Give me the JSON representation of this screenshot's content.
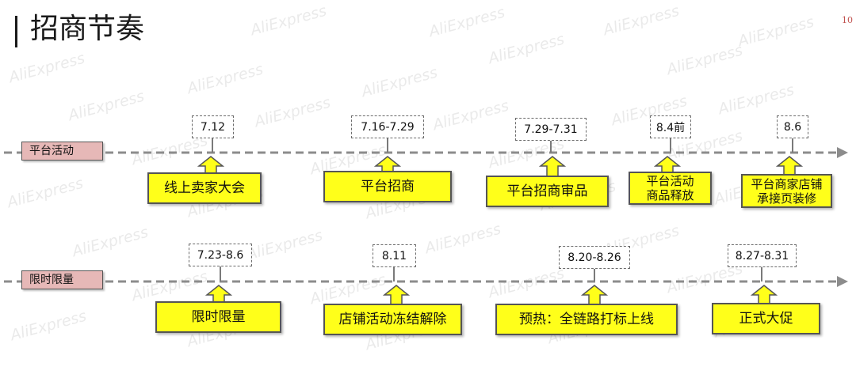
{
  "slide": {
    "title": "招商节奏",
    "page_number": "10"
  },
  "watermark": "AliExpress",
  "timelines": [
    {
      "label": "平台活动",
      "milestones": [
        {
          "date": "7.12",
          "event_lines": [
            "线上卖家大会"
          ]
        },
        {
          "date": "7.16-7.29",
          "event_lines": [
            "平台招商"
          ]
        },
        {
          "date": "7.29-7.31",
          "event_lines": [
            "平台招商审品"
          ]
        },
        {
          "date": "8.4前",
          "event_lines": [
            "平台活动",
            "商品释放"
          ]
        },
        {
          "date": "8.6",
          "event_lines": [
            "平台商家店铺",
            "承接页装修"
          ]
        }
      ]
    },
    {
      "label": "限时限量",
      "milestones": [
        {
          "date": "7.23-8.6",
          "event_lines": [
            "限时限量"
          ]
        },
        {
          "date": "8.11",
          "event_lines": [
            "店铺活动冻结解除"
          ]
        },
        {
          "date": "8.20-8.26",
          "event_lines": [
            "预热：全链路打标上线"
          ]
        },
        {
          "date": "8.27-8.31",
          "event_lines": [
            "正式大促"
          ]
        }
      ]
    }
  ],
  "colors": {
    "event_fill": "#FFFF1A",
    "label_fill": "#E6B8B7",
    "axis": "#8C8C8C",
    "page_number": "#C0504D",
    "title": "#1A1A1A"
  }
}
